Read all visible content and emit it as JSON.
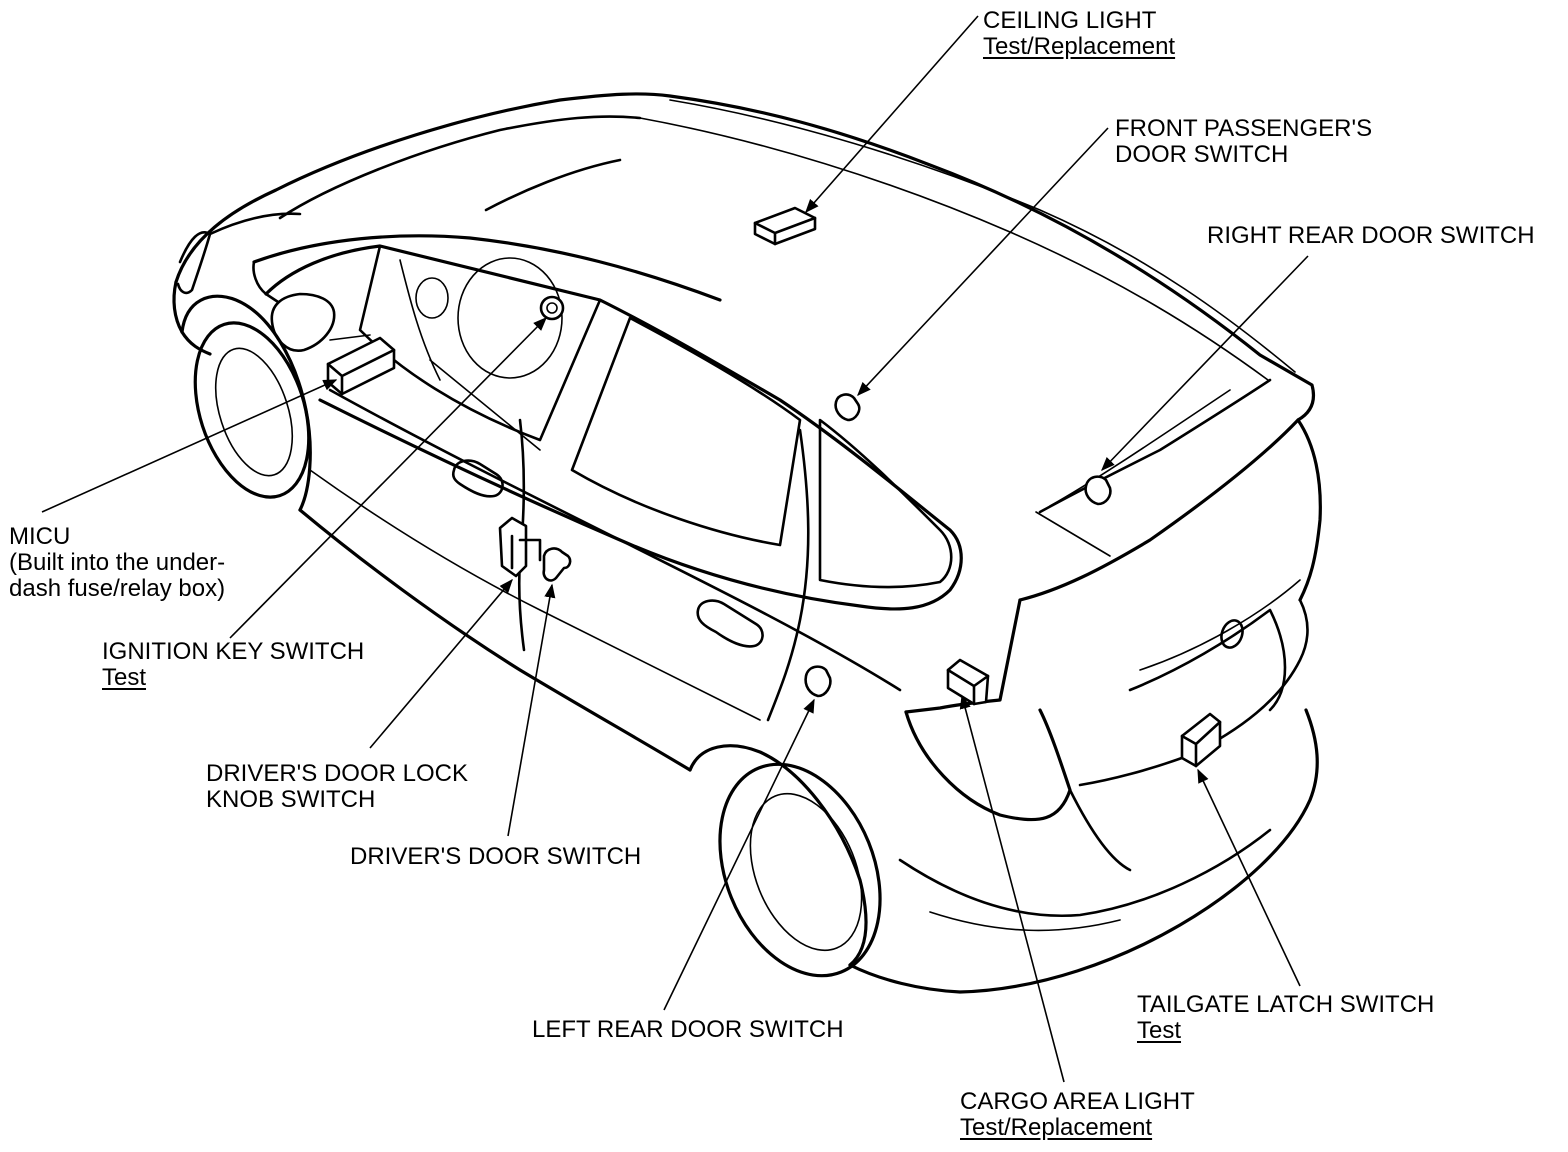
{
  "callouts": {
    "ceiling_light": {
      "title": "CEILING LIGHT",
      "link": "Test/Replacement"
    },
    "front_passenger_door_switch": {
      "line1": "FRONT PASSENGER'S",
      "line2": "DOOR SWITCH"
    },
    "right_rear_door_switch": {
      "title": "RIGHT REAR DOOR SWITCH"
    },
    "micu": {
      "line1": "MICU",
      "line2": "(Built into the under-",
      "line3": "dash fuse/relay box)"
    },
    "ignition_key_switch": {
      "title": "IGNITION KEY SWITCH",
      "link": "Test"
    },
    "drivers_door_lock_knob_switch": {
      "line1": "DRIVER'S DOOR LOCK",
      "line2": "KNOB SWITCH"
    },
    "drivers_door_switch": {
      "title": "DRIVER'S DOOR SWITCH"
    },
    "left_rear_door_switch": {
      "title": "LEFT REAR DOOR SWITCH"
    },
    "tailgate_latch_switch": {
      "title": "TAILGATE LATCH SWITCH",
      "link": "Test"
    },
    "cargo_area_light": {
      "title": "CARGO AREA LIGHT",
      "link": "Test/Replacement"
    }
  }
}
